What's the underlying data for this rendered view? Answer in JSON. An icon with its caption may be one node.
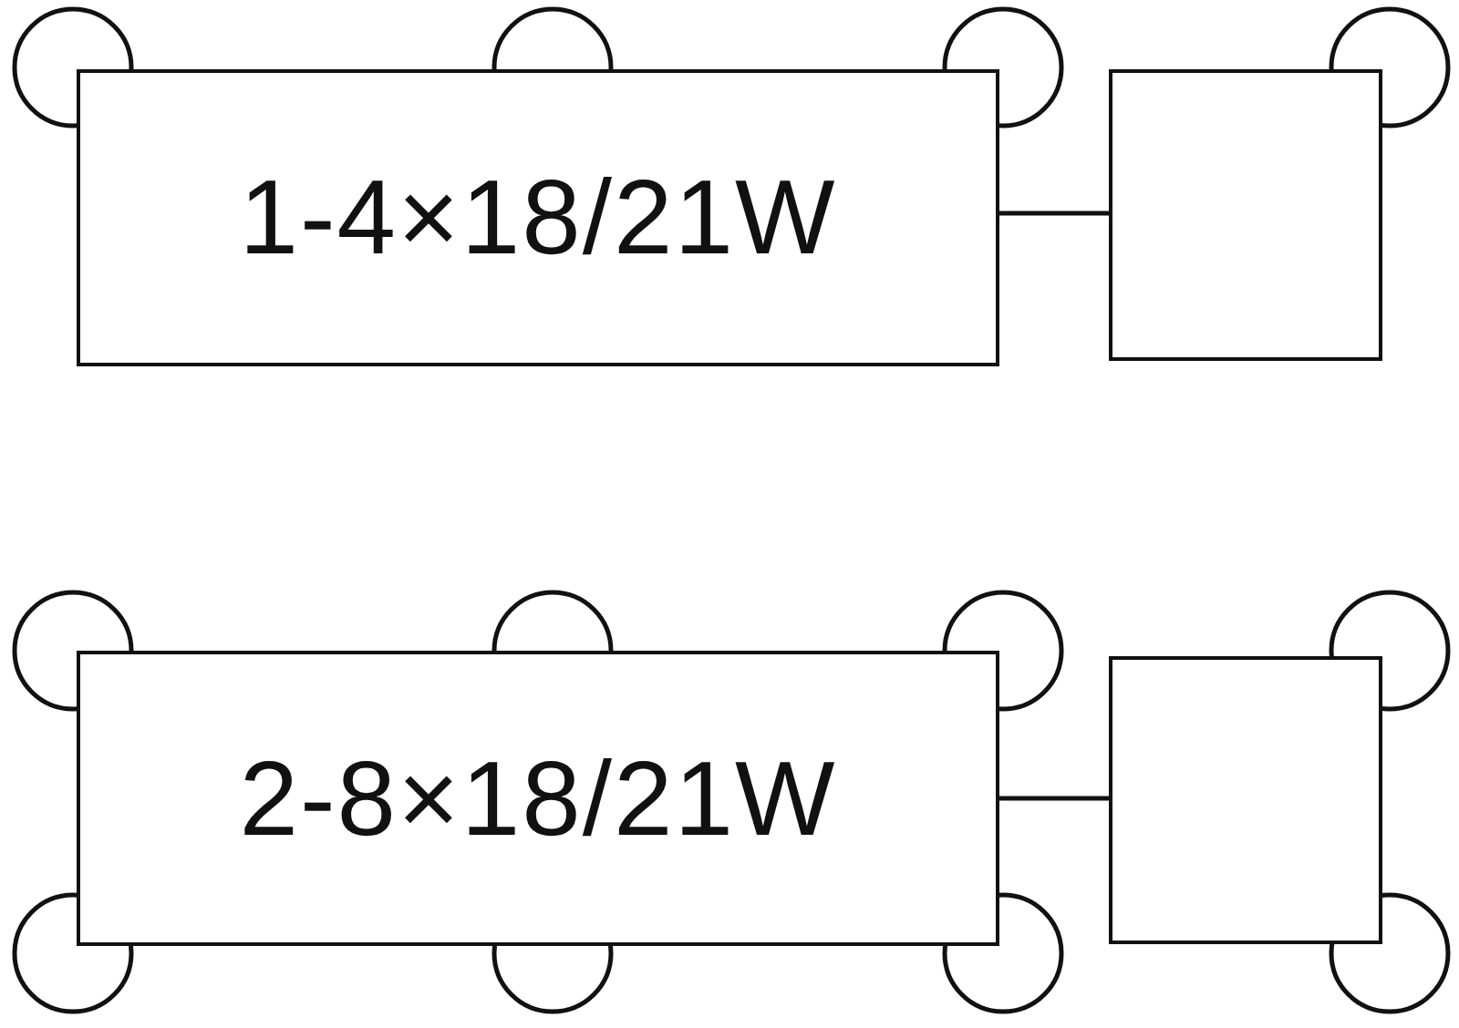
{
  "diagram": {
    "nodes": [
      {
        "text": [
          "1-4×18/21W"
        ]
      },
      {
        "text": [],
        "shape": "box"
      },
      {
        "text": [
          "2-8×18/21W"
        ]
      },
      {
        "text": [],
        "shape": "box"
      }
    ],
    "edges": [
      {
        "from": 0,
        "to": 1,
        "arrow": "none"
      },
      {
        "from": 2,
        "to": 3,
        "arrow": "none"
      }
    ]
  }
}
